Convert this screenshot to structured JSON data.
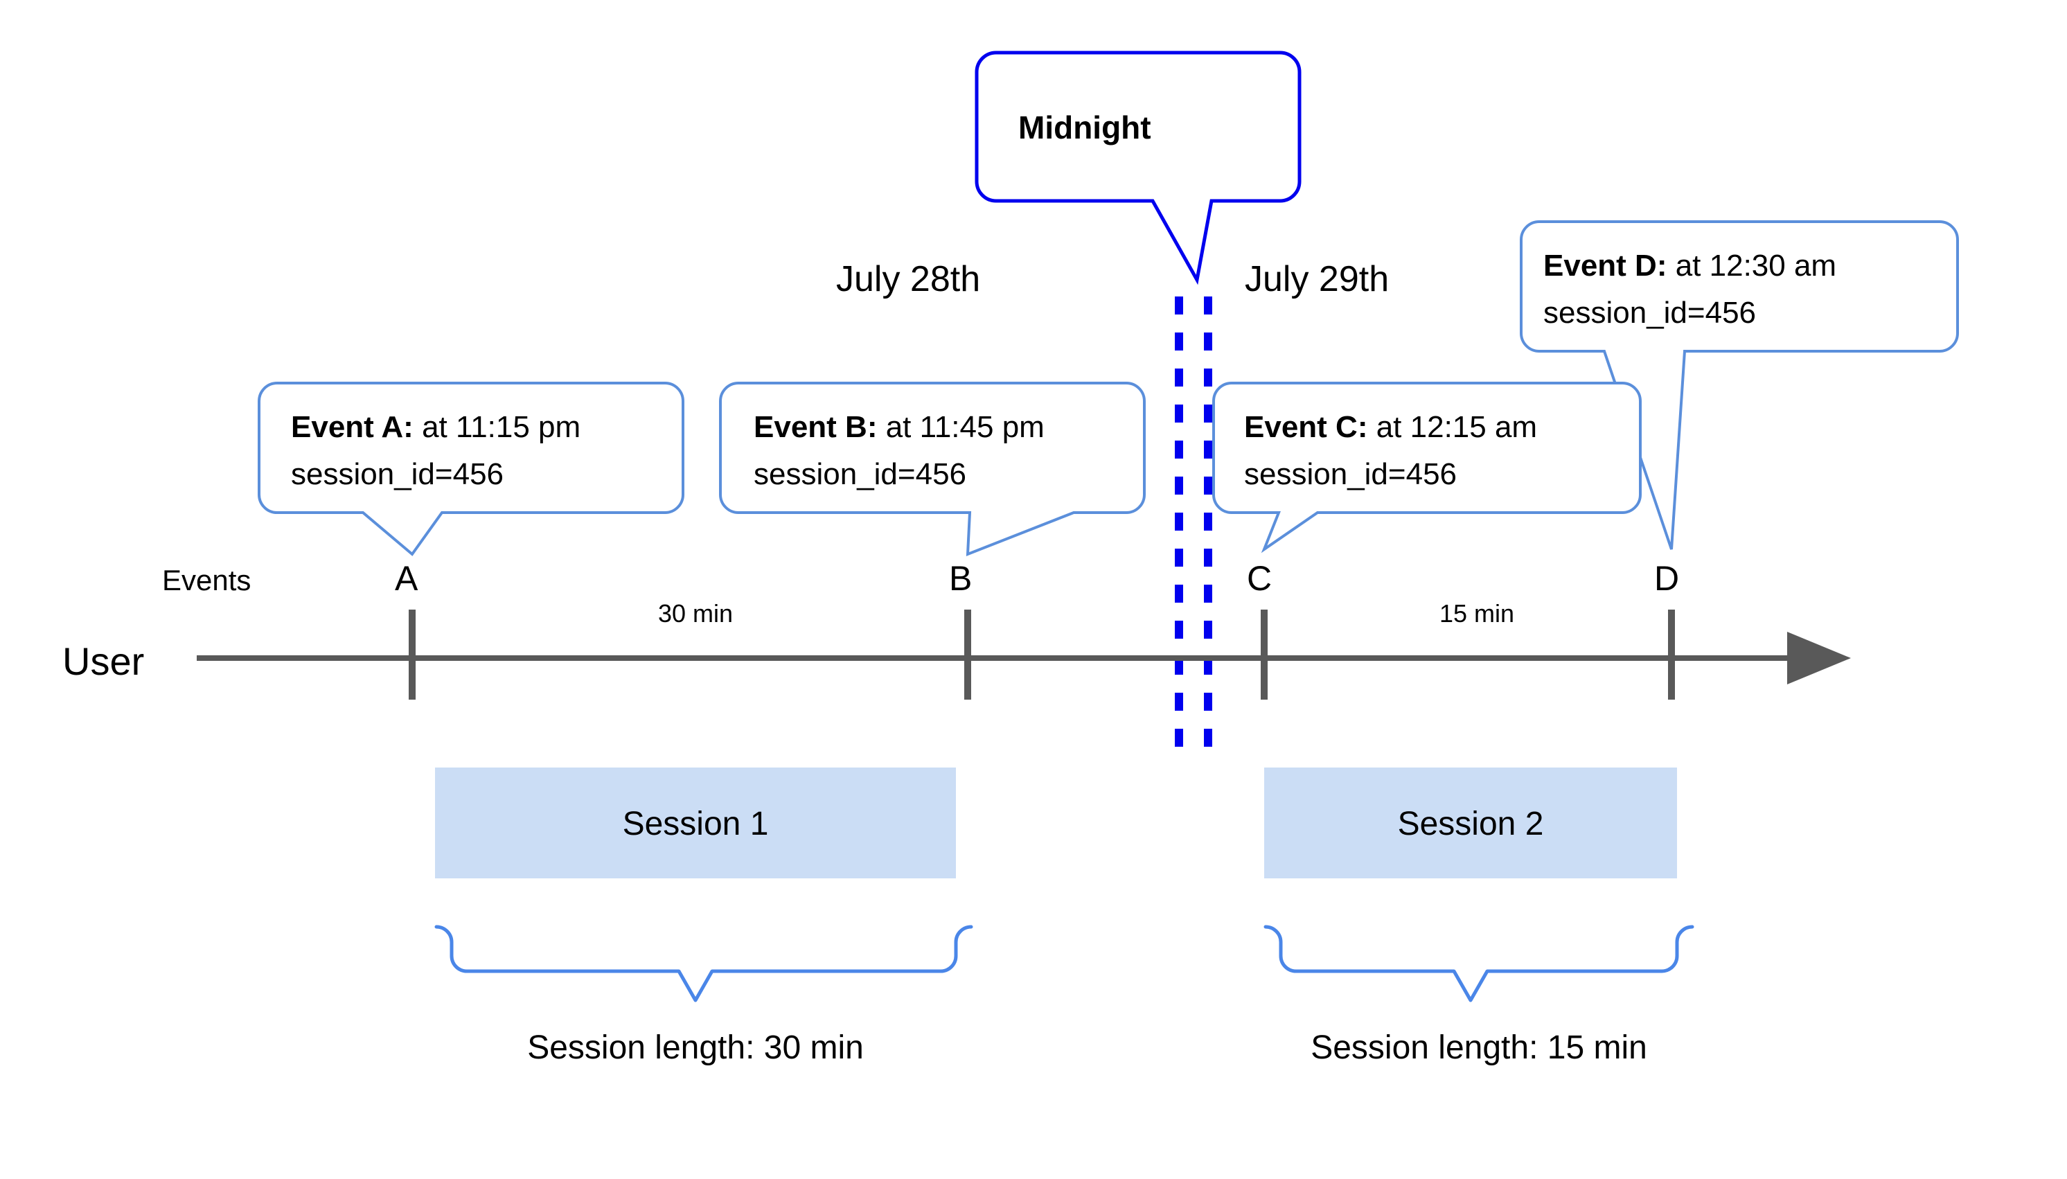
{
  "diagram": {
    "title_annotation": "Midnight",
    "lanes": {
      "events_label": "Events",
      "user_label": "User"
    },
    "dates": [
      {
        "label": "July 28th"
      },
      {
        "label": "July 29th"
      }
    ],
    "events": [
      {
        "marker": "A",
        "bold": "Event A:",
        "rest": " at 11:15 pm",
        "line2": "session_id=456"
      },
      {
        "marker": "B",
        "bold": "Event B:",
        "rest": " at 11:45 pm",
        "line2": "session_id=456"
      },
      {
        "marker": "C",
        "bold": "Event C:",
        "rest": " at 12:15 am",
        "line2": "session_id=456"
      },
      {
        "marker": "D",
        "bold": "Event D:",
        "rest": " at 12:30 am",
        "line2": "session_id=456"
      }
    ],
    "gaps": [
      {
        "label": "30 min"
      },
      {
        "label": "15 min"
      }
    ],
    "sessions": [
      {
        "name": "Session 1",
        "length_label": "Session length: 30 min"
      },
      {
        "name": "Session 2",
        "length_label": "Session length: 15 min"
      }
    ],
    "colors": {
      "callout_border": "#5B8FDB",
      "midnight_border": "#0000EE",
      "session_fill": "#CBDDF5",
      "brace": "#4A86E8",
      "axis": "#595959",
      "text": "#000000"
    }
  }
}
